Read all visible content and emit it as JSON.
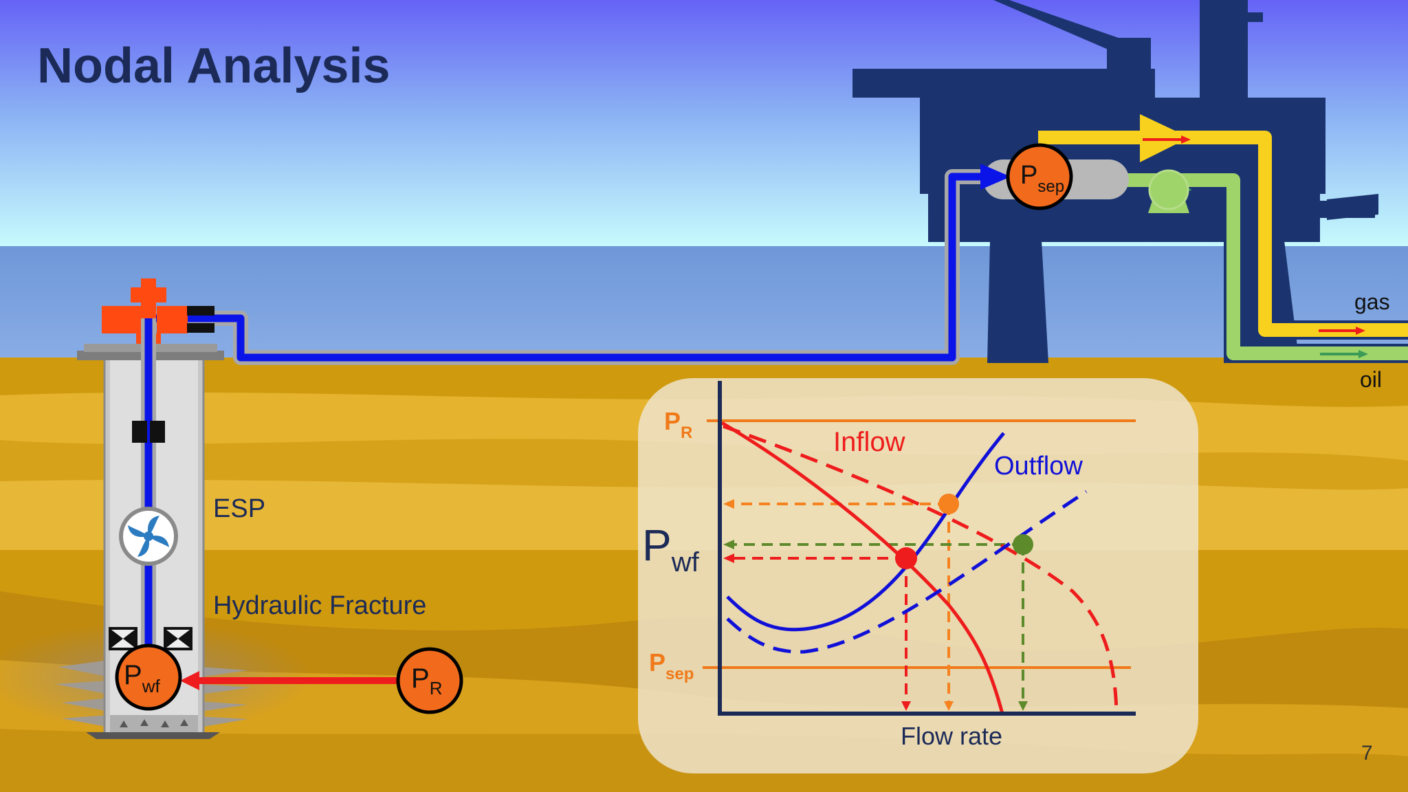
{
  "title": "Nodal Analysis",
  "page_number": "7",
  "labels": {
    "esp": "ESP",
    "hydraulic_fracture": "Hydraulic Fracture",
    "gas": "gas",
    "oil": "oil"
  },
  "nodes": {
    "pwf": {
      "main": "P",
      "sub": "wf"
    },
    "pr": {
      "main": "P",
      "sub": "R"
    },
    "psep": {
      "main": "P",
      "sub": "sep"
    }
  },
  "graph": {
    "y_axis_label": {
      "main": "P",
      "sub": "wf"
    },
    "x_axis_label": "Flow rate",
    "inflow_label": "Inflow",
    "outflow_label": "Outflow",
    "pr_level": {
      "main": "P",
      "sub": "R"
    },
    "psep_level": {
      "main": "P",
      "sub": "sep"
    }
  },
  "colors": {
    "title": "#1b2a57",
    "node_fill": "#f26a1b",
    "inflow": "#ee1c1c",
    "outflow": "#1010d8",
    "level_line": "#f07a1a",
    "intersection_orange": "#f5821f",
    "intersection_green": "#5d8a2a",
    "flowline": "#0a14e8",
    "gas_line": "#f7d11e",
    "oil_line": "#9ed46a",
    "platform": "#1b3470"
  }
}
